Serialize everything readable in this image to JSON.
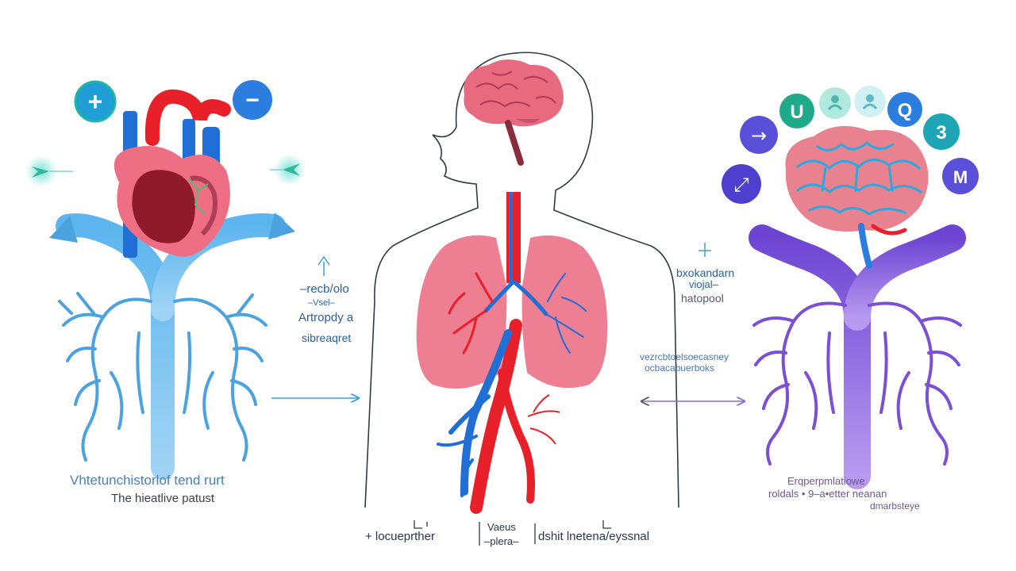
{
  "colors": {
    "blue_tree": "#4aa3df",
    "purple_tree": "#7b4fd6",
    "heart_red": "#e8202a",
    "vessel_blue": "#1f6fd6",
    "lung_pink": "#ee7f92",
    "brain_pink": "#e8828f",
    "icon_blue": "#2b7de0",
    "icon_purple": "#6a4fd8",
    "icon_teal": "#1fb6a6"
  },
  "icons": {
    "left_top": [
      "plus-icon",
      "minus-icon"
    ],
    "left_side": [
      "arrowhead-right-icon",
      "arrowhead-left-icon"
    ],
    "right_ring": [
      "arrow-right-icon",
      "u-icon",
      "person-icon",
      "person-icon",
      "search-icon",
      "number-3-icon",
      "square-arrow-icon",
      "m-icon"
    ]
  },
  "icon_glyphs": {
    "plus": "+",
    "minus": "−",
    "arrow_right": "→",
    "u": "U",
    "search": "Q",
    "three": "3",
    "m": "M",
    "diag": "⤢"
  },
  "labels": {
    "center_left": {
      "line1": "–recb/olo",
      "line2": "–Vsel–",
      "line3": "Artropdy a",
      "line4": "sibreaqret"
    },
    "center_right": {
      "line1": "bxokandarn",
      "line2": "viojal–",
      "line3": "hatopool"
    },
    "right_mid": {
      "line1": "vezrcbtoelsoecasney",
      "line2": "ocbacabuerboks"
    },
    "left_bottom": {
      "title": "Vhtetunchistorlof tend rurt",
      "subtitle": "The hieatlive patust"
    },
    "right_bottom": {
      "line1": "Erqperpmlatiowe",
      "line2": "roldals • 9–a•etter neanan",
      "line3": "dmarbsteye"
    },
    "bottom_center": {
      "left": "+ locueprther",
      "mid_top": "Vaeus",
      "mid_bottom": "–plera–",
      "right": "dshit lnetena/eyssnal"
    }
  }
}
